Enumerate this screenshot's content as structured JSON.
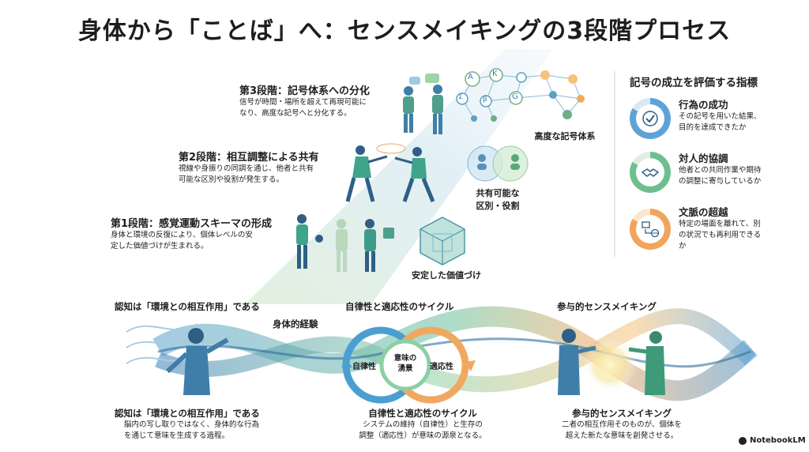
{
  "title": "身体から「ことば」へ：センスメイキングの3段階プロセス",
  "stages": [
    {
      "heading": "第3段階：記号体系への分化",
      "desc": [
        "信号が時間・場所を超えて再現可能に",
        "なり、高度な記号へと分化する。"
      ]
    },
    {
      "heading": "第2段階：相互調整による共有",
      "desc": [
        "視線や身振りの同調を通じ、他者と共有",
        "可能な区別や役割が発生する。"
      ]
    },
    {
      "heading": "第1段階：感覚運動スキーマの形成",
      "desc": [
        "身体と環境の反復により、個体レベルの安",
        "定した価値づけが生まれる。"
      ]
    }
  ],
  "stage_labels": {
    "advanced_symbols": "高度な記号体系",
    "shared_distinctions": [
      "共有可能な",
      "区別・役割"
    ],
    "stable_valuation": "安定した価値づけ"
  },
  "indicators": {
    "heading": "記号の成立を評価する指標",
    "items": [
      {
        "title": "行為の成功",
        "desc": [
          "その記号を用いた結果、",
          "目的を達成できたか"
        ],
        "icon": "check-icon",
        "color": "#5fa3d6"
      },
      {
        "title": "対人的協調",
        "desc": [
          "他者との共同作業や期待",
          "の調整に寄与しているか"
        ],
        "icon": "handshake-icon",
        "color": "#6fbf8e"
      },
      {
        "title": "文脈の超越",
        "desc": [
          "特定の場面を離れて、別",
          "の状況でも再利用できる",
          "か"
        ],
        "icon": "transfer-icon",
        "color": "#f0a55a"
      }
    ]
  },
  "band": {
    "left_label": "認知は「環境との相互作用」である",
    "body_label": "身体的経験",
    "center_label": "自律性と適応性のサイクル",
    "right_label": "参与的センスメイキング",
    "cycle": {
      "left": "自律性",
      "center": [
        "意味の",
        "湧景"
      ],
      "right": "適応性"
    }
  },
  "bottom": [
    {
      "heading": "認知は「環境との相互作用」である",
      "desc": [
        "脳内の写し取りではなく、身体的な行為",
        "を通じて意味を生成する過程。"
      ]
    },
    {
      "heading": "自律性と適応性のサイクル",
      "desc": [
        "システムの維持（自律性）と生存の",
        "調整（適応性）が意味の源泉となる。"
      ]
    },
    {
      "heading": "参与的センスメイキング",
      "desc": [
        "二者の相互作用そのものが、個体を",
        "超えた新たな意味を創発させる。"
      ]
    }
  ],
  "node_letters": [
    "A",
    "K",
    "Σ",
    "β",
    "G"
  ],
  "brand": "NotebookLM"
}
